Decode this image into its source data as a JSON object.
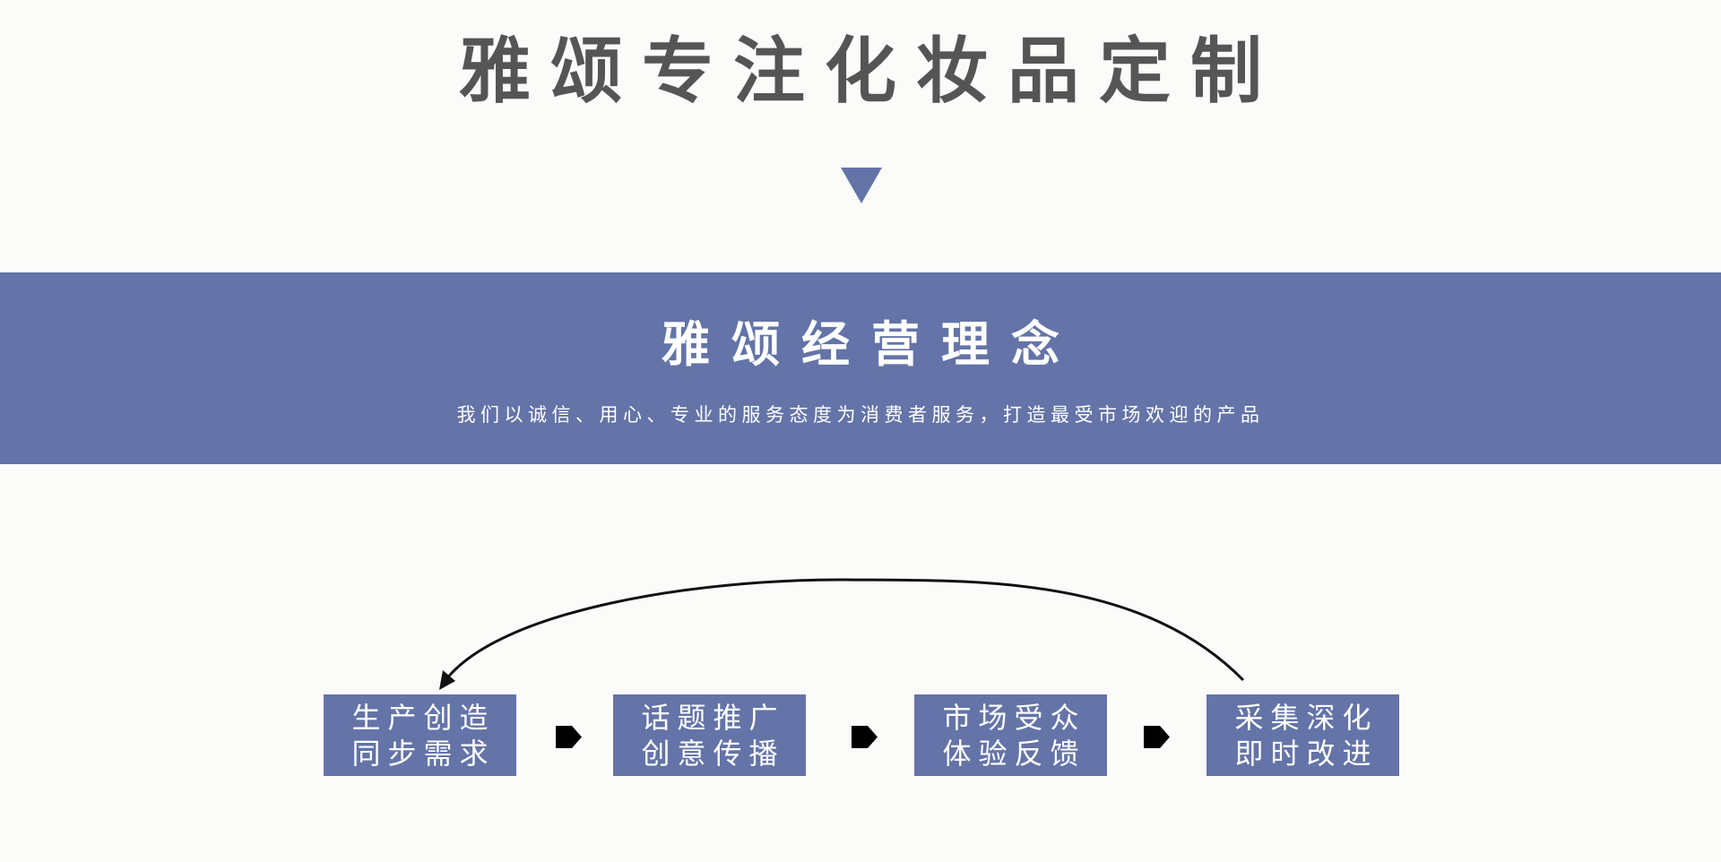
{
  "header": {
    "title": "雅颂专注化妆品定制"
  },
  "banner": {
    "title": "雅颂经营理念",
    "subtitle": "我们以诚信、用心、专业的服务态度为消费者服务，打造最受市场欢迎的产品"
  },
  "flow": {
    "steps": [
      {
        "line1": "生产创造",
        "line2": "同步需求"
      },
      {
        "line1": "话题推广",
        "line2": "创意传播"
      },
      {
        "line1": "市场受众",
        "line2": "体验反馈"
      },
      {
        "line1": "采集深化",
        "line2": "即时改进"
      }
    ]
  },
  "colors": {
    "accent": "#6474a8",
    "title": "#555555",
    "background": "#fbfbf9"
  }
}
